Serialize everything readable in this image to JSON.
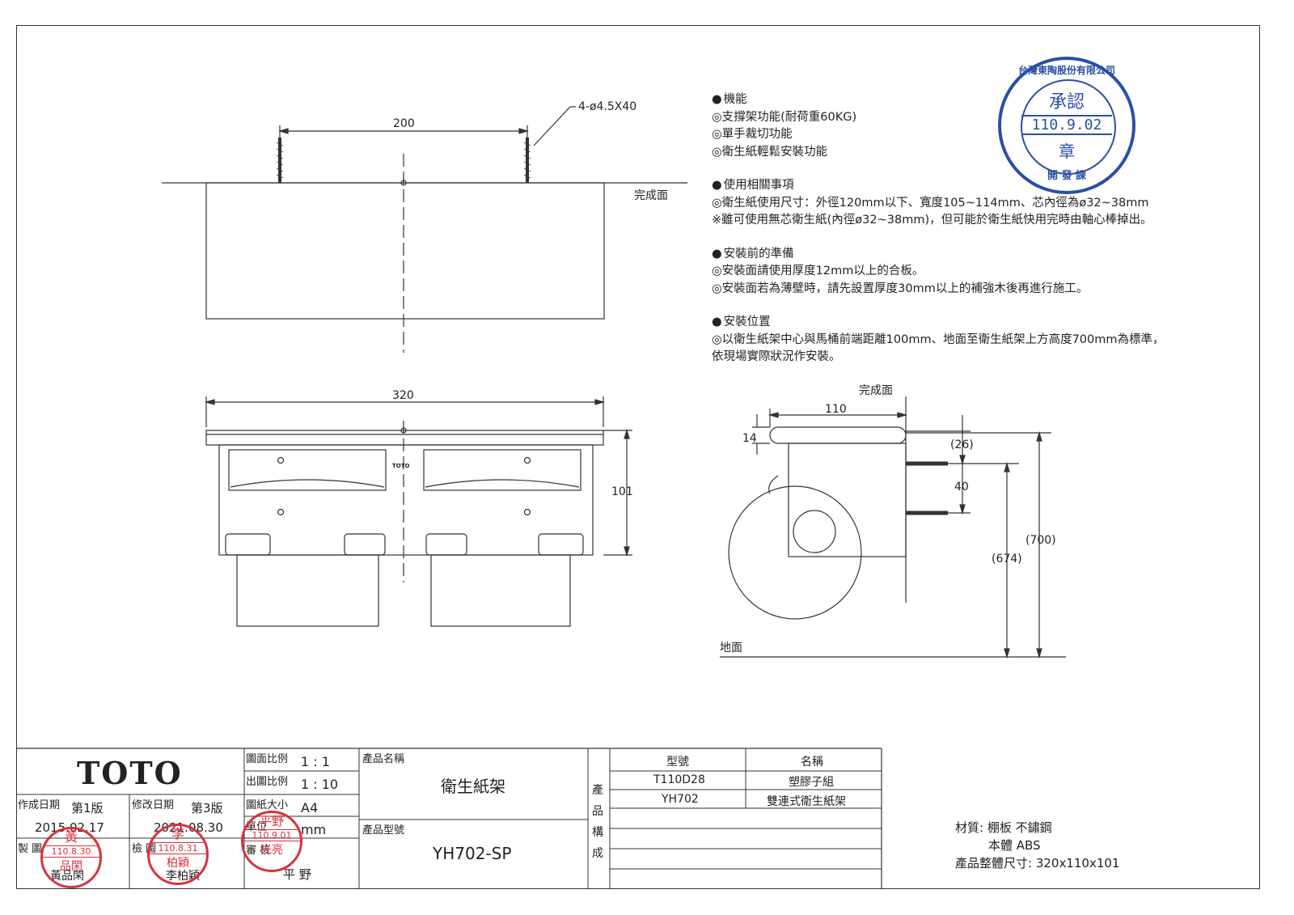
{
  "drawing_labels": {
    "screw_spec": "4-ø4.5X40",
    "dim_200": "200",
    "finish_surface_top": "完成面",
    "dim_320": "320",
    "dim_101": "101",
    "side_finish_surface": "完成面",
    "dim_110": "110",
    "dim_14": "14",
    "dim_26": "(26)",
    "dim_40": "40",
    "dim_700": "(700)",
    "dim_674": "(674)",
    "floor": "地面",
    "brand_mark": "TOTO"
  },
  "notes": [
    {
      "heading": "機能",
      "lines": [
        "◎支撐架功能(耐荷重60KG)",
        "◎單手裁切功能",
        "◎衛生紙輕鬆安裝功能"
      ]
    },
    {
      "heading": "使用相關事項",
      "lines": [
        "◎衛生紙使用尺寸：外徑120mm以下、寬度105~114mm、芯內徑為ø32~38mm",
        "※雖可使用無芯衛生紙(內徑ø32~38mm)，但可能於衛生紙快用完時由軸心棒掉出。"
      ]
    },
    {
      "heading": "安裝前的準備",
      "lines": [
        "◎安裝面請使用厚度12mm以上的合板。",
        "◎安裝面若為薄壁時，請先設置厚度30mm以上的補強木後再進行施工。"
      ]
    },
    {
      "heading": "安裝位置",
      "lines": [
        "◎以衛生紙架中心與馬桶前端距離100mm、地面至衛生紙架上方高度700mm為標準，",
        "依現場實際狀況作安裝。"
      ]
    }
  ],
  "approval_stamp": {
    "company": "台灣東陶股份有限公司",
    "title": "承認",
    "date": "110.9.02",
    "mark": "章",
    "dept": "開 發 課"
  },
  "title_block": {
    "logo": "TOTO",
    "created_label": "作成日期",
    "created_version": "第1版",
    "created_date": "2015.02.17",
    "modified_label": "修改日期",
    "modified_version": "第3版",
    "modified_date": "2021.08.30",
    "drawn_label": "製 圖",
    "drawn_name": "黃品閑",
    "checked_label": "檢 圖",
    "checked_name": "李柏穎",
    "scale_label": "圖面比例",
    "scale_value": "1 : 1",
    "print_scale_label": "出圖比例",
    "print_scale_value": "1 : 10",
    "paper_label": "圖紙大小",
    "paper_value": "A4",
    "unit_label": "單位",
    "unit_value": "mm",
    "review_label": "審 核",
    "review_name": "平 野",
    "product_name_label": "產品名稱",
    "product_name": "衛生紙架",
    "product_model_label": "產品型號",
    "product_model": "YH702-SP",
    "composition_label": "產品構成",
    "col_model": "型號",
    "col_name": "名稱",
    "rows": [
      {
        "model": "T110D28",
        "name": "塑膠子組"
      },
      {
        "model": "YH702",
        "name": "雙連式衛生紙架"
      }
    ]
  },
  "stamps": {
    "drawn_stamp": {
      "top": "黃",
      "date": "110.8.30",
      "bottom": "品閑"
    },
    "checked_stamp": {
      "top": "李",
      "date": "110.8.31",
      "bottom": "柏穎"
    },
    "review_stamp": {
      "top": "平野",
      "date": "110.9.01",
      "bottom": "光亮"
    }
  },
  "materials": {
    "material_label": "材質: 棚板 不鏽鋼",
    "body_line": "本體 ABS",
    "size_line": "產品整體尺寸: 320x110x101"
  },
  "colors": {
    "line": "#333333",
    "stamp_red": "#d9323c",
    "stamp_blue": "#2b4fa8"
  }
}
